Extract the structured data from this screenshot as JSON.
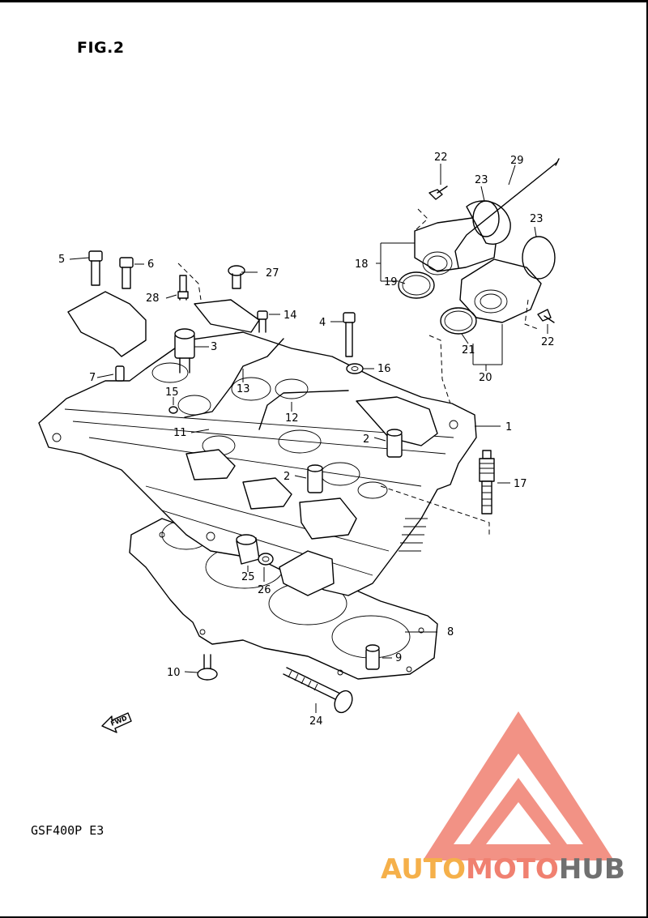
{
  "page": {
    "figure_title": "FIG.2",
    "model_code": "GSF400P  E3",
    "fwd_label": "FWD"
  },
  "callouts": {
    "c1": "1",
    "c2a": "2",
    "c2b": "2",
    "c3": "3",
    "c4": "4",
    "c5": "5",
    "c6": "6",
    "c7": "7",
    "c8": "8",
    "c9": "9",
    "c10": "10",
    "c11": "11",
    "c12": "12",
    "c13": "13",
    "c14": "14",
    "c15": "15",
    "c16": "16",
    "c17": "17",
    "c18": "18",
    "c19": "19",
    "c20": "20",
    "c21": "21",
    "c22a": "22",
    "c22b": "22",
    "c23a": "23",
    "c23b": "23",
    "c24": "24",
    "c25": "25",
    "c26": "26",
    "c27": "27",
    "c28": "28",
    "c29": "29"
  },
  "watermark": {
    "part1": "AUTO",
    "part2": "MOTO",
    "part3": "HUB",
    "color_primary": "#f08070",
    "color_accent": "#f5b04a",
    "color_dark": "#707070"
  }
}
